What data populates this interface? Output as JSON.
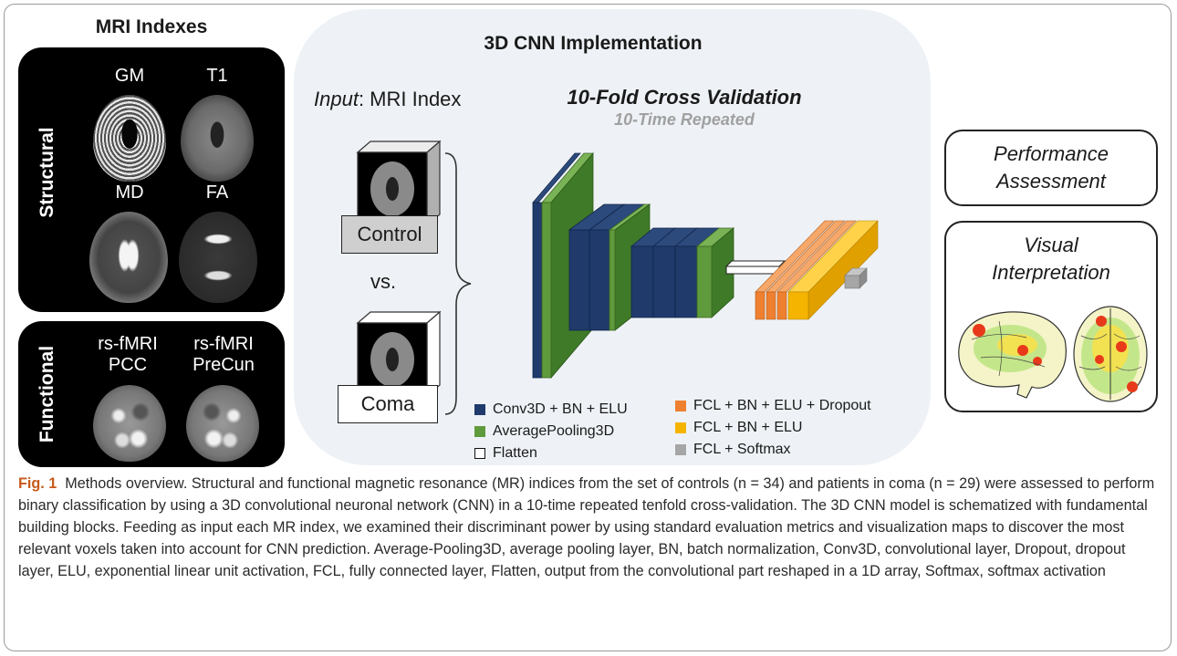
{
  "left": {
    "title": "MRI Indexes",
    "structural": {
      "label": "Structural",
      "modalities": [
        "GM",
        "T1",
        "MD",
        "FA"
      ]
    },
    "functional": {
      "label": "Functional",
      "modalities": [
        {
          "line1": "rs-fMRI",
          "line2": "PCC"
        },
        {
          "line1": "rs-fMRI",
          "line2": "PreCun"
        }
      ]
    }
  },
  "center": {
    "title": "3D CNN Implementation",
    "input_prefix": "Input",
    "input_suffix": ": MRI Index",
    "cv_title": "10-Fold Cross Validation",
    "cv_subtitle": "10-Time Repeated",
    "control_label": "Control",
    "vs_label": "vs.",
    "coma_label": "Coma",
    "legend": [
      {
        "label": "Conv3D + BN + ELU",
        "color": "#1f3a6b"
      },
      {
        "label": "AveragePooling3D",
        "color": "#5f9a3c"
      },
      {
        "label": "Flatten",
        "color": "#ffffff"
      },
      {
        "label": "FCL + BN + ELU + Dropout",
        "color": "#ee8030"
      },
      {
        "label": "FCL + BN + ELU",
        "color": "#f5b400"
      },
      {
        "label": "FCL + Softmax",
        "color": "#a6a6a6"
      }
    ]
  },
  "right": {
    "performance": "Performance Assessment",
    "performance_line1": "Performance",
    "performance_line2": "Assessment",
    "visual_line1": "Visual",
    "visual_line2": "Interpretation"
  },
  "caption": {
    "fig_label": "Fig. 1",
    "text": "Methods overview. Structural and functional magnetic resonance (MR) indices from the set of controls (n = 34) and patients in coma (n = 29) were assessed to perform binary classification by using a 3D convolutional neuronal network (CNN) in a 10-time repeated tenfold cross-validation. The 3D CNN model is schematized with fundamental building blocks. Feeding as input each MR index, we examined their discriminant power by using standard evaluation metrics and visualization maps to discover the most relevant voxels taken into account for CNN prediction. Average-Pooling3D, average pooling layer, BN, batch normalization, Conv3D, convolutional layer, Dropout, dropout layer, ELU, exponential linear unit activation, FCL, fully connected layer, Flatten, output from the convolutional part reshaped in a 1D array, Softmax, softmax activation"
  }
}
